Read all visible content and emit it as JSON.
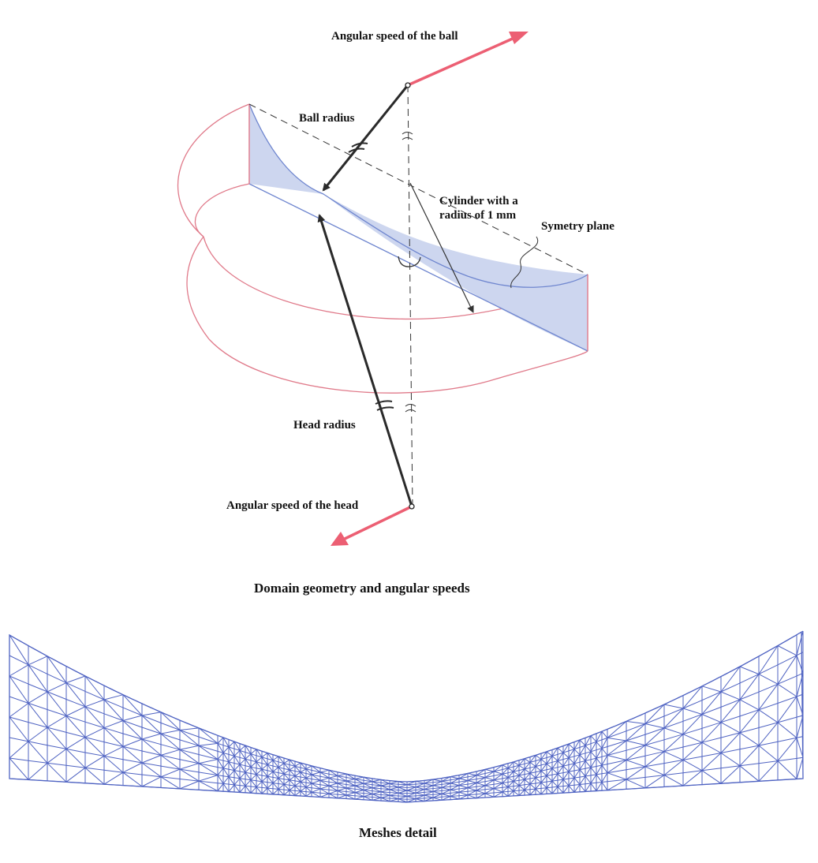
{
  "figure1": {
    "caption": "Domain geometry and angular speeds",
    "labels": {
      "ball_speed": "Angular speed of the ball",
      "ball_radius": "Ball radius",
      "cylinder_line1": "Cylinder with a",
      "cylinder_line2": "radius of 1 mm",
      "symmetry_plane": "Symetry plane",
      "head_radius": "Head radius",
      "head_speed": "Angular speed of the head"
    },
    "colors": {
      "arrow": "#ec5f73",
      "cylinder": "#e07a8a",
      "surface_fill": "#cdd6ef",
      "surface_edge": "#6f86cf",
      "ink": "#2a2a2a"
    }
  },
  "figure2": {
    "caption": "Meshes detail",
    "colors": {
      "mesh": "#4f63c2"
    }
  }
}
